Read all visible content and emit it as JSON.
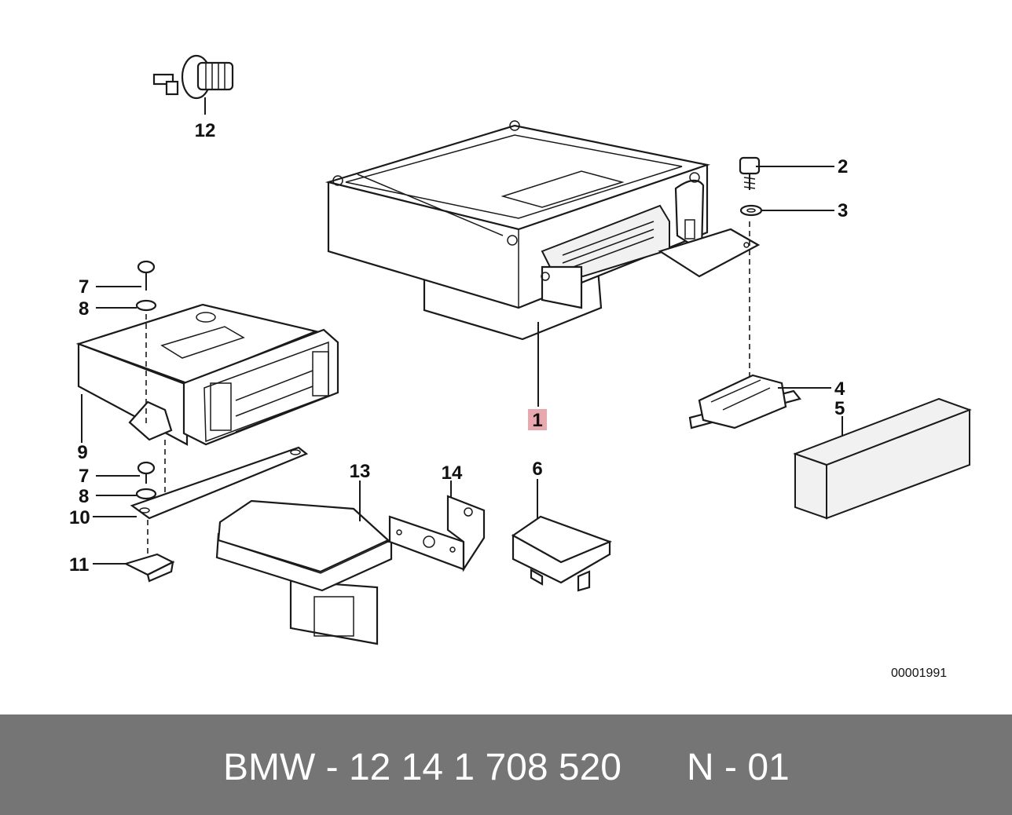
{
  "callouts": {
    "c1": "1",
    "c2": "2",
    "c3": "3",
    "c4": "4",
    "c5": "5",
    "c6": "6",
    "c7a": "7",
    "c7b": "7",
    "c8a": "8",
    "c8b": "8",
    "c9": "9",
    "c10": "10",
    "c11": "11",
    "c12": "12",
    "c13": "13",
    "c14": "14"
  },
  "diagram_ref": "00001991",
  "footer": {
    "part_number": "BMW - 12 14 1 708 520",
    "position": "N - 01"
  },
  "colors": {
    "highlight": "#e9a7ae",
    "footer_bg": "#757575",
    "footer_text": "#ffffff"
  }
}
